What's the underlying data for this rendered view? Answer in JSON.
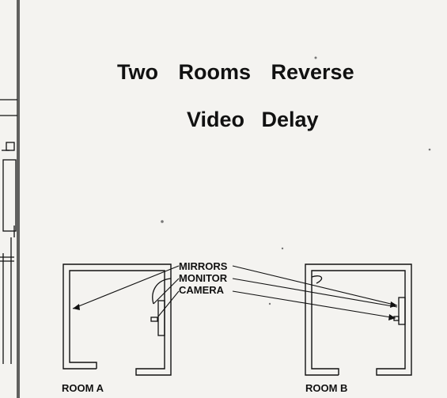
{
  "title": {
    "line1": "Two Rooms Reverse",
    "line2": "Video Delay"
  },
  "labels": {
    "mirrors": "MIRRORS",
    "monitor": "MONITOR",
    "camera": "CAMERA"
  },
  "rooms": {
    "a": "ROOM A",
    "b": "ROOM B"
  }
}
